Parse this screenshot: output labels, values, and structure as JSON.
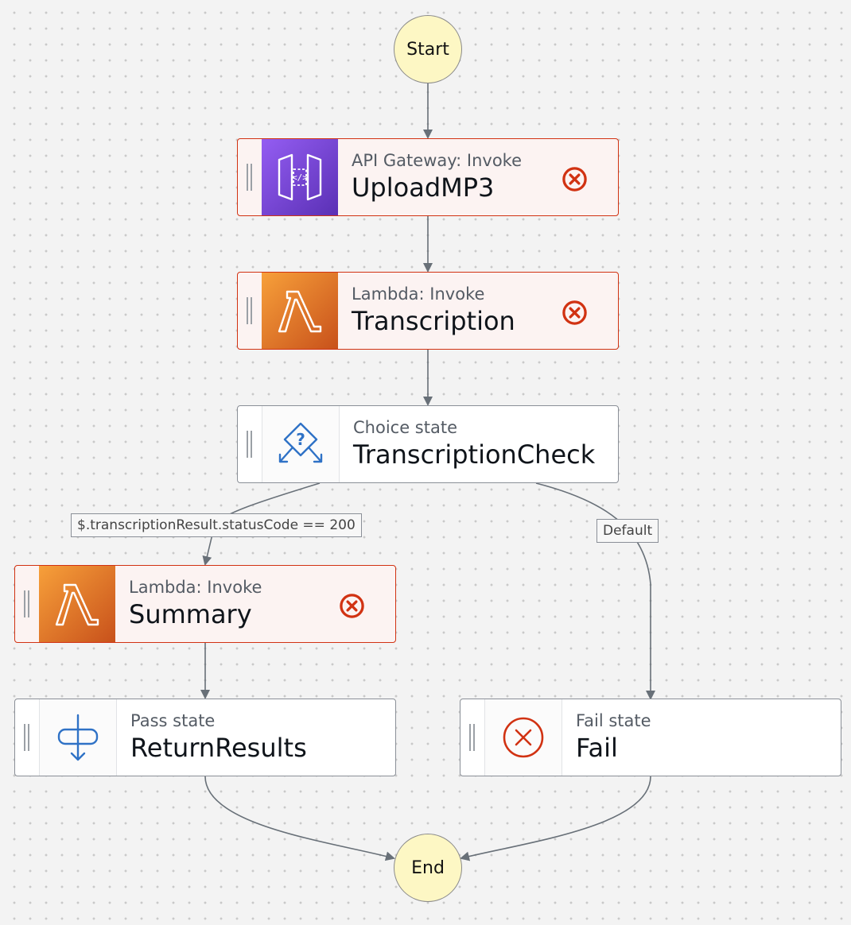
{
  "start_label": "Start",
  "end_label": "End",
  "nodes": {
    "upload": {
      "type_label": "API Gateway: Invoke",
      "name": "UploadMP3",
      "icon": "api-gateway-icon",
      "error": true
    },
    "transcription": {
      "type_label": "Lambda: Invoke",
      "name": "Transcription",
      "icon": "lambda-icon",
      "error": true
    },
    "check": {
      "type_label": "Choice state",
      "name": "TranscriptionCheck",
      "icon": "choice-icon",
      "error": false
    },
    "summary": {
      "type_label": "Lambda: Invoke",
      "name": "Summary",
      "icon": "lambda-icon",
      "error": true
    },
    "return": {
      "type_label": "Pass state",
      "name": "ReturnResults",
      "icon": "pass-icon",
      "error": false
    },
    "fail": {
      "type_label": "Fail state",
      "name": "Fail",
      "icon": "fail-icon",
      "error": false
    }
  },
  "edge_labels": {
    "success": "$.transcriptionResult.statusCode == 200",
    "default": "Default"
  },
  "colors": {
    "error": "#d13212",
    "choice_blue": "#2f72c6",
    "terminal_fill": "#fdf7c4",
    "edge": "#687078"
  }
}
